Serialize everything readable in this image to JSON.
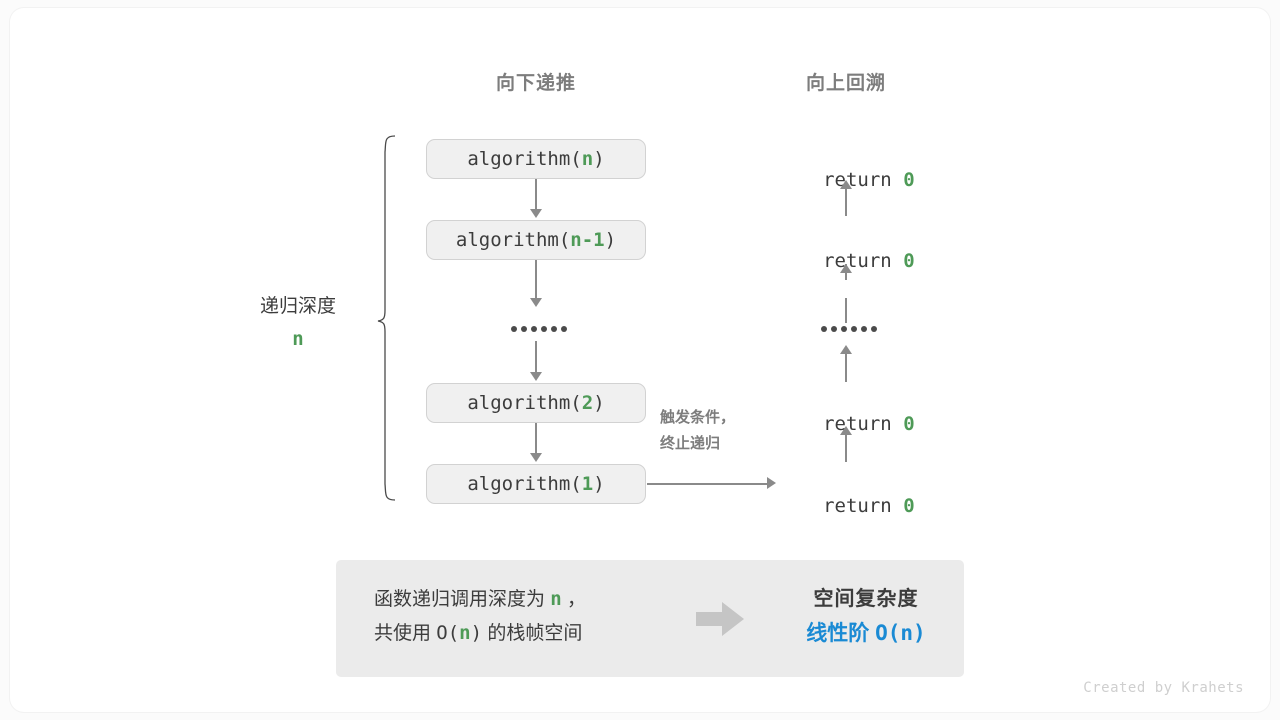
{
  "headers": {
    "down": "向下递推",
    "up": "向上回溯"
  },
  "depth": {
    "label": "递归深度",
    "value": "n"
  },
  "calls": [
    {
      "prefix": "algorithm(",
      "arg": "n",
      "suffix": ")"
    },
    {
      "prefix": "algorithm(",
      "arg": "n-1",
      "suffix": ")"
    },
    {
      "prefix": "algorithm(",
      "arg": "2",
      "suffix": ")"
    },
    {
      "prefix": "algorithm(",
      "arg": "1",
      "suffix": ")"
    }
  ],
  "returns": [
    {
      "text": "return ",
      "value": "0"
    },
    {
      "text": "return ",
      "value": "0"
    },
    {
      "text": "return ",
      "value": "0"
    },
    {
      "text": "return ",
      "value": "0"
    }
  ],
  "ellipsis": {
    "dot_count": 6
  },
  "note": {
    "line1": "触发条件，",
    "line2": "终止递归"
  },
  "summary": {
    "line1_a": "函数递归调用深度为 ",
    "line1_b": "n",
    "line1_c": " ，",
    "line2_a": "共使用 ",
    "line2_b": "O(",
    "line2_c": "n",
    "line2_d": ")",
    "line2_e": " 的栈帧空间",
    "arrow_icon": "block-right-arrow-icon",
    "result_title": "空间复杂度",
    "result_label": "线性阶 ",
    "result_value": "O(n)"
  },
  "credit": "Created by Krahets",
  "colors": {
    "green": "#4e9a57",
    "blue": "#1a8ad4",
    "gray_text": "#3c3c3c",
    "gray_muted": "#7d7d7d",
    "box_fill": "#f0f0f0",
    "panel_fill": "#ebebeb",
    "connector": "#8a8a8a"
  }
}
